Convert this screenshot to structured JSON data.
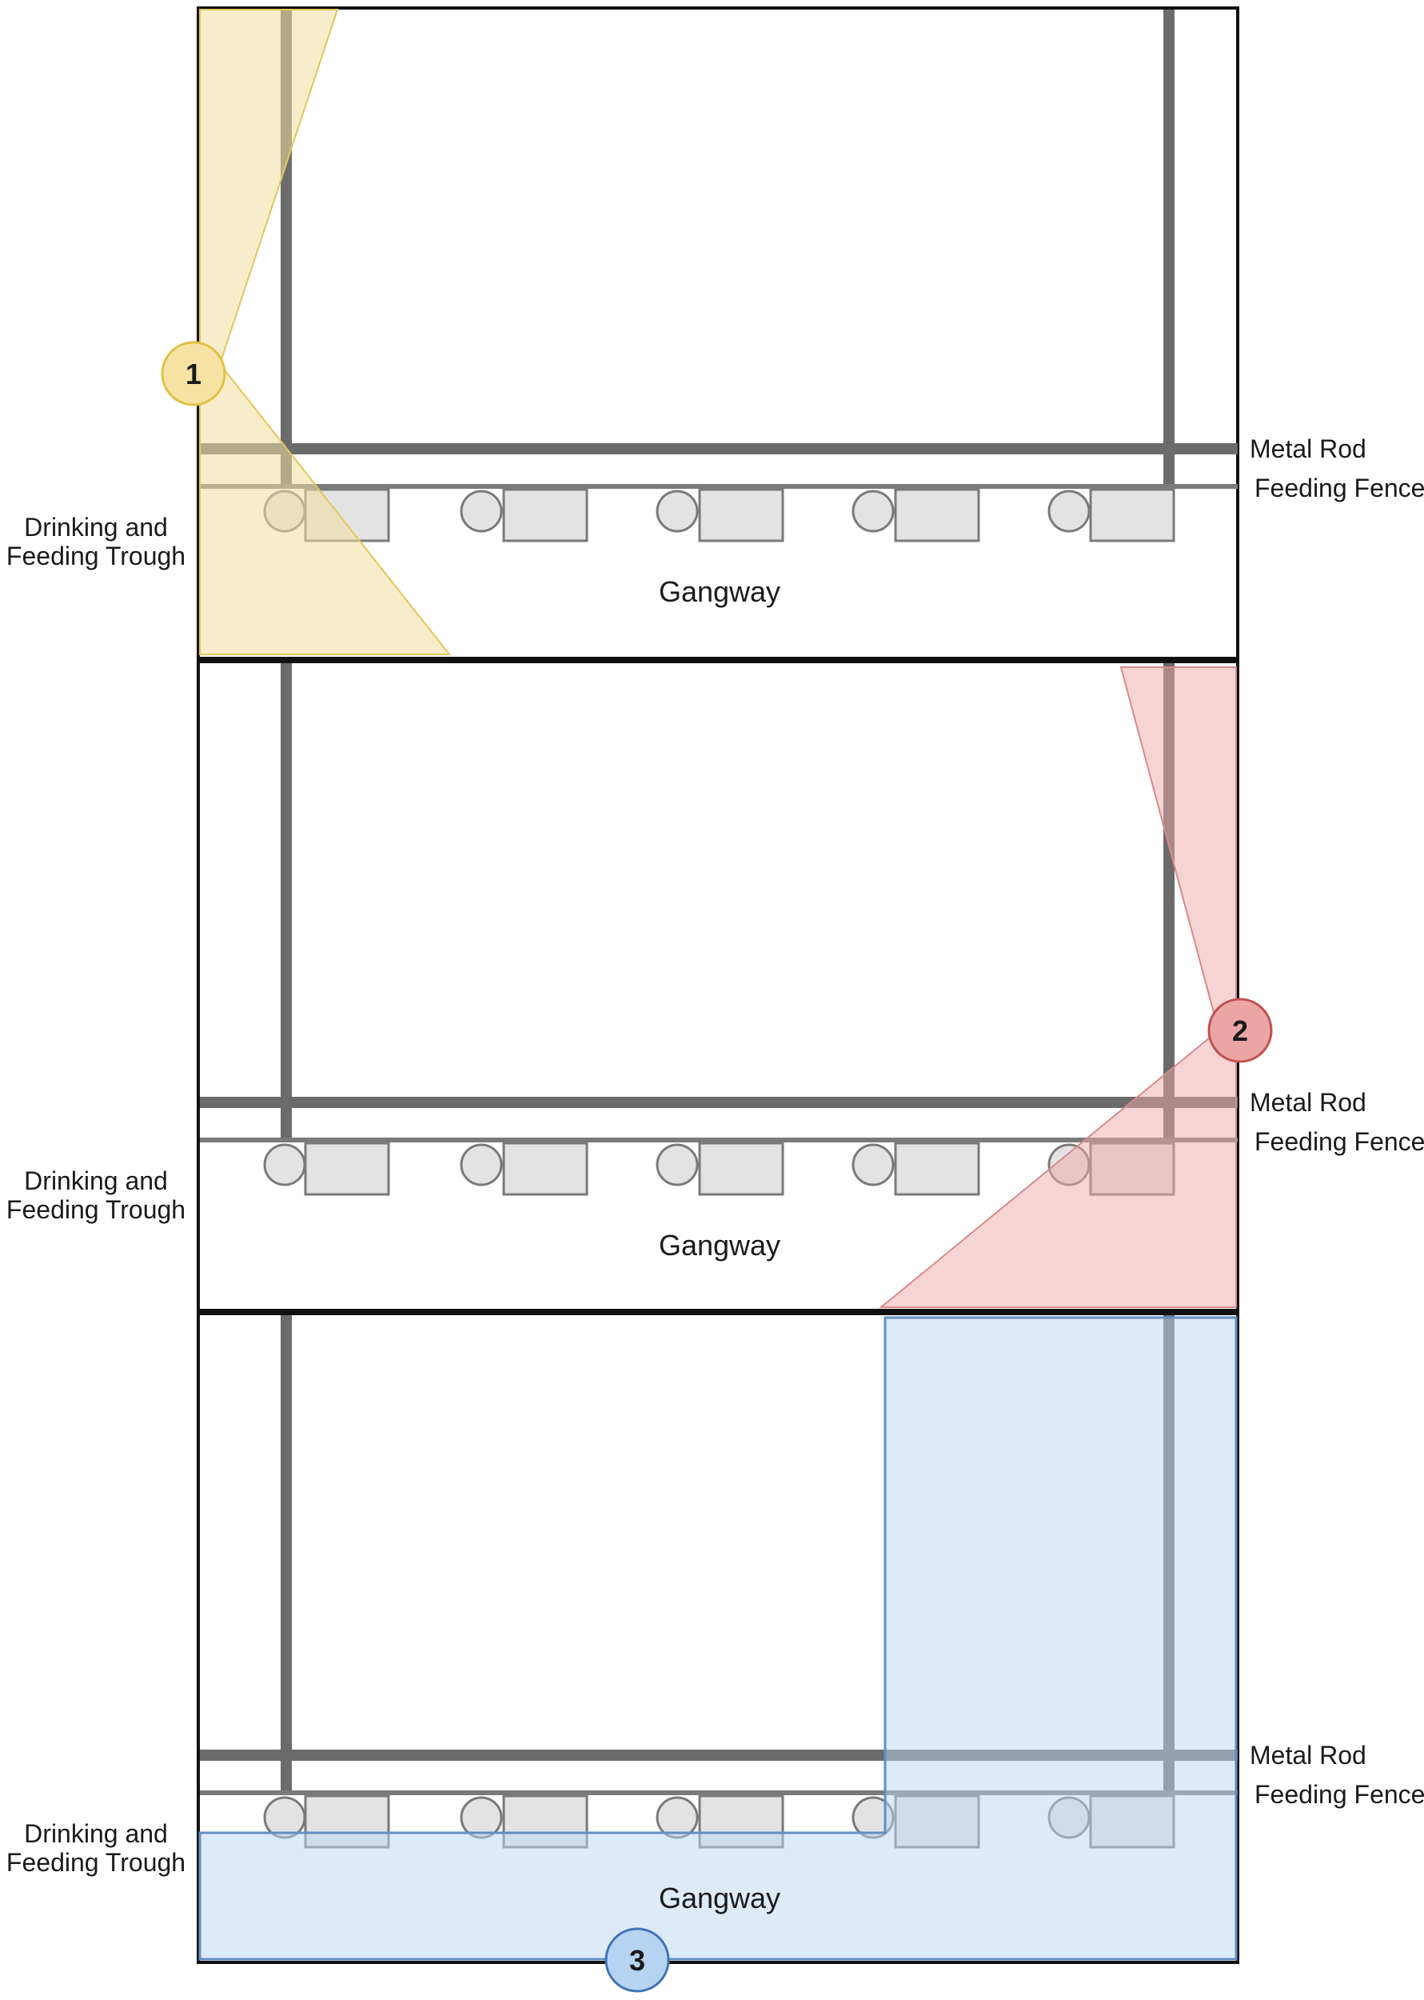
{
  "labels": {
    "metal_rod": "Metal Rod",
    "feeding_fence": "Feeding Fence",
    "trough_line1": "Drinking and",
    "trough_line2": "Feeding Trough",
    "gangway": "Gangway"
  },
  "panels": [
    {
      "marker": "1",
      "color": "#f2df9e",
      "stroke": "#e3c75a"
    },
    {
      "marker": "2",
      "color": "#eeaaaa",
      "stroke": "#c76262"
    },
    {
      "marker": "3",
      "color": "#bcd6ef",
      "stroke": "#5f8fc4"
    }
  ],
  "colors": {
    "rod": "#6b6b6b",
    "fence": "#7a7a7a",
    "trough_fill": "#e3e3e3",
    "trough_stroke": "#7a7a7a",
    "outline": "#111111"
  }
}
